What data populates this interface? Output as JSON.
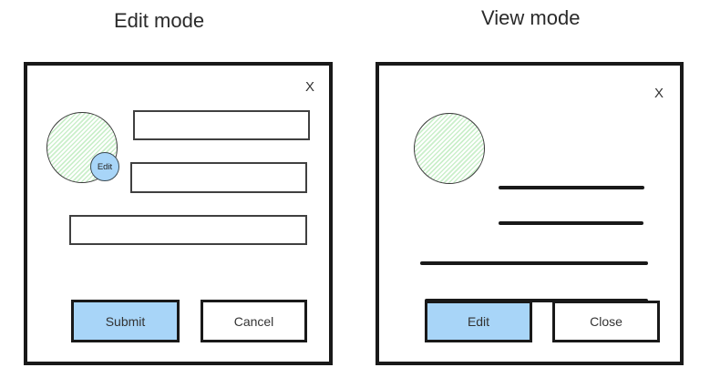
{
  "edit_panel": {
    "title": "Edit mode",
    "close_label": "X",
    "avatar_badge_label": "Edit",
    "buttons": {
      "submit_label": "Submit",
      "cancel_label": "Cancel"
    }
  },
  "view_panel": {
    "title": "View mode",
    "close_label": "X",
    "buttons": {
      "edit_label": "Edit",
      "close_label": "Close"
    }
  },
  "colors": {
    "accent_blue": "#a8d5f8",
    "avatar_hatch_green": "#caefca",
    "border_black": "#191919",
    "input_border_gray": "#404040"
  }
}
